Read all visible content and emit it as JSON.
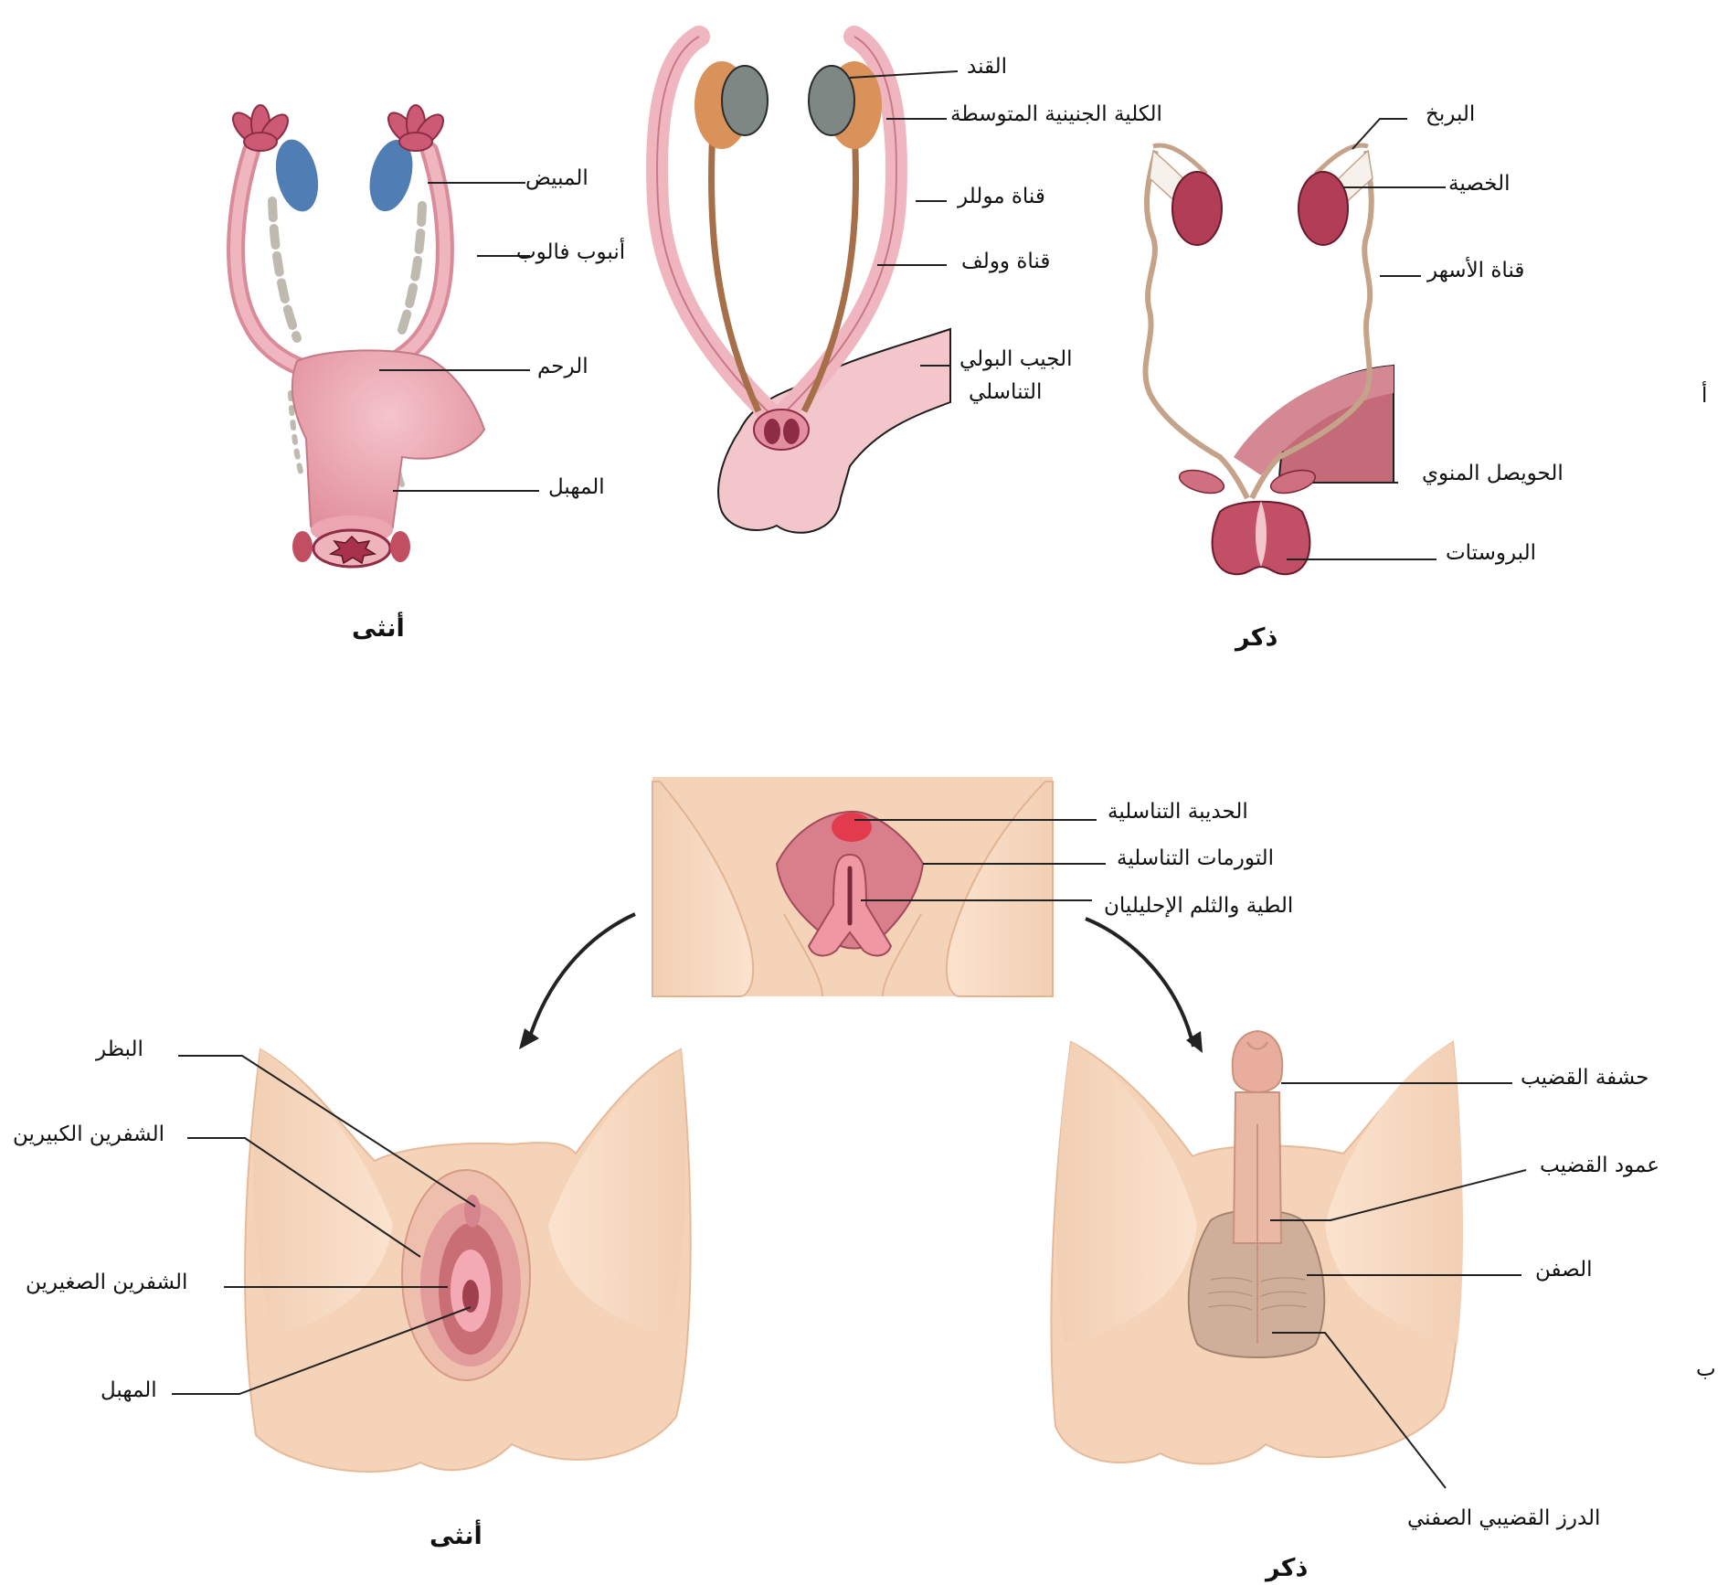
{
  "panels": {
    "a": "أ",
    "b": "ب"
  },
  "captions": {
    "a_female": "أنثى",
    "a_male": "ذكر",
    "b_female": "أنثى",
    "b_male": "ذكر"
  },
  "female_internal": {
    "ovary": "المبيض",
    "fallopian_tube": "أنبوب فالوب",
    "uterus": "الرحم",
    "vagina": "المهبل"
  },
  "indifferent_internal": {
    "gonad": "القند",
    "mesonephros": "الكلية الجنينية المتوسطة",
    "mullerian_duct": "قناة موللر",
    "wolffian_duct": "قناة وولف",
    "urogenital_sinus_line1": "الجيب البولي",
    "urogenital_sinus_line2": "التناسلي"
  },
  "male_internal": {
    "epididymis": "البربخ",
    "testis": "الخصية",
    "vas_deferens": "قناة الأسهر",
    "seminal_vesicle": "الحويصل المنوي",
    "prostate": "البروستات"
  },
  "indifferent_external": {
    "genital_tubercle": "الحديبة التناسلية",
    "genital_swellings": "التورمات التناسلية",
    "urethral_fold_groove": "الطية والثلم الإحليليان"
  },
  "female_external": {
    "clitoris": "البظر",
    "labia_majora": "الشفرين الكبيرين",
    "labia_minora": "الشفرين الصغيرين",
    "vagina": "المهبل"
  },
  "male_external": {
    "glans": "حشفة القضيب",
    "shaft": "عمود القضيب",
    "scrotum": "الصفن",
    "raphe": "الدرز القضيبي الصفني"
  },
  "colors": {
    "pink_tissue": "#e9a4ad",
    "dark_pink": "#c0546a",
    "ovary_blue": "#4f7db4",
    "mesonephros_orange": "#d9925a",
    "gonad_grey": "#7d8784",
    "duct_brown": "#a66e49",
    "skin": "#f5d3b8",
    "skin_shadow": "#e9bb99"
  }
}
